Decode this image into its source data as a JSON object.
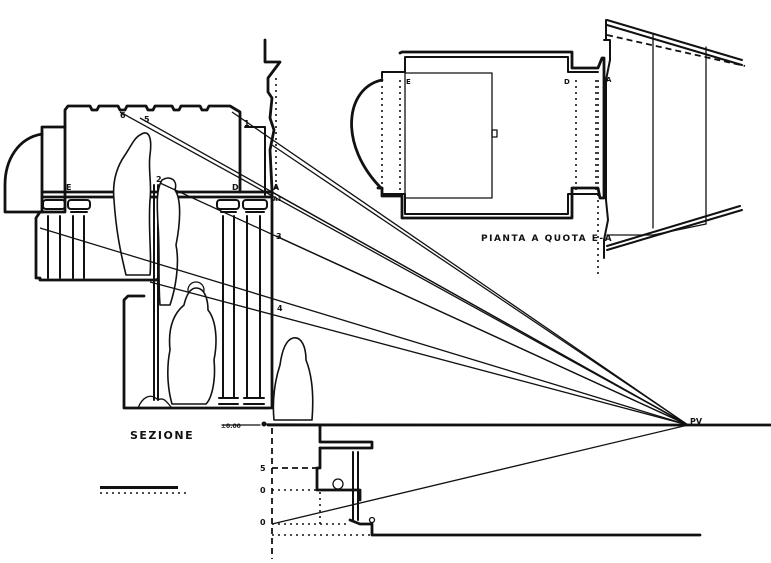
{
  "diagram": {
    "type": "architectural perspective construction",
    "ink_color": "#111111",
    "paper_color": "#ffffff",
    "section_title": "SEZIONE",
    "plan_title": "PIANTA A QUOTA E-A",
    "viewpoint_label": "PV",
    "section_point_labels": [
      "E",
      "D",
      "A",
      "A1",
      "1",
      "2",
      "3",
      "4",
      "5",
      "6",
      "6,"
    ],
    "ground_level_label": "±0.00",
    "vertical_scale_labels": [
      "5",
      "0",
      "0"
    ],
    "plan_labels": [
      "E",
      "D",
      "A"
    ],
    "view_rays_count": 8,
    "scale_bar": "graphic scale"
  }
}
